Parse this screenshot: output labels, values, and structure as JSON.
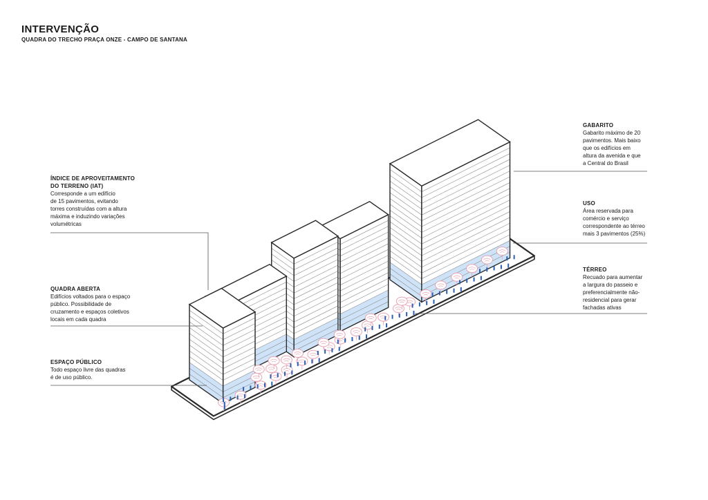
{
  "header": {
    "title": "INTERVENÇÃO",
    "subtitle": "QUADRA DO TRECHO PRAÇA ONZE - CAMPO DE SANTANA"
  },
  "annotations": {
    "gabarito": {
      "heading": "GABARITO",
      "lines": [
        "Gabarito máximo de 20",
        "pavimentos. Mais baixo",
        "que os edifícios em",
        "altura da avenida e que",
        "a Central do Brasil"
      ]
    },
    "uso": {
      "heading": "USO",
      "lines": [
        "Área reservada para",
        "comércio e serviço",
        "correspondente ao térreo",
        "mais 3 pavimentos (25%)"
      ]
    },
    "terreo": {
      "heading": "TÉRREO",
      "lines": [
        "Recuado para aumentar",
        "a largura do passeio e",
        "preferencialmente não-",
        "residencial para gerar",
        "fachadas ativas"
      ]
    },
    "iat": {
      "heading_lines": [
        "ÍNDICE DE APROVEITAMENTO",
        "DO TERRENO (IAT)"
      ],
      "lines": [
        "Corresponde a um edifício",
        "de 15 pavimentos, evitando",
        "torres construídas com a altura",
        "máxima e induzindo variações",
        "volumétricas"
      ]
    },
    "quadra_aberta": {
      "heading": "QUADRA ABERTA",
      "lines": [
        "Edifícios voltados para o espaço",
        "público. Possibilidade de",
        "cruzamento e espaços coletivos",
        "locais em cada quadra"
      ]
    },
    "espaco_publico": {
      "heading": "ESPAÇO PÚBLICO",
      "lines": [
        "Todo espaço livre das quadras",
        "é de uso público."
      ]
    }
  },
  "colors": {
    "line": "#2a2a2a",
    "floor_line": "#8c8c8c",
    "commercial": "#cfe3f8",
    "tree": "#e9a4b4",
    "person": "#2b5fb3"
  }
}
